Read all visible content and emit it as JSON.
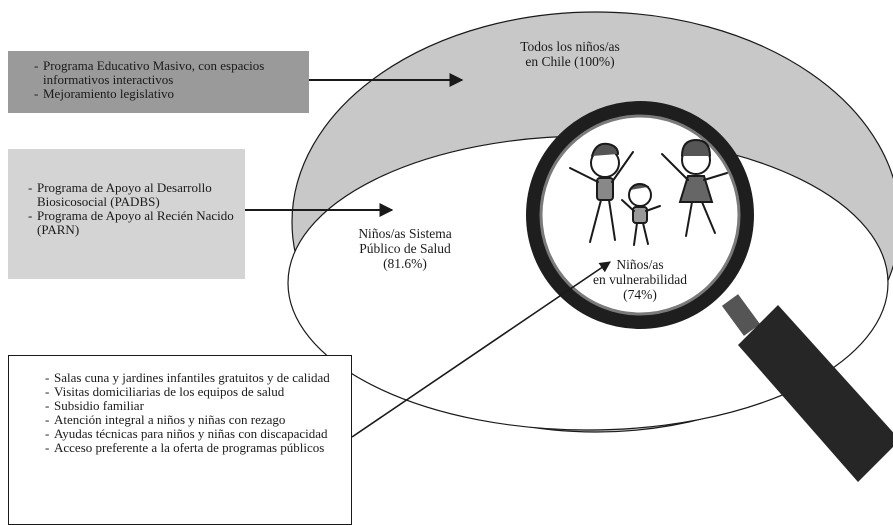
{
  "boxes": {
    "universal": {
      "items": [
        "Programa Educativo Masivo, con espacios informativos interactivos",
        "Mejoramiento legislativo"
      ]
    },
    "public_health": {
      "items": [
        "Programa de Apoyo al Desarrollo Biosicosocial (PADBS)",
        "Programa de Apoyo al Recién Nacido (PARN)"
      ]
    },
    "vulnerable": {
      "items": [
        "Salas cuna y jardines infantiles gratuitos y de calidad",
        "Visitas domiciliarias de los equipos de salud",
        "Subsidio familiar",
        "Atención integral a niños y niñas con rezago",
        "Ayudas técnicas para niños y niñas con discapacidad",
        "Acceso preferente a la oferta de programas públicos"
      ]
    }
  },
  "circles": {
    "all_children": {
      "line1": "Todos los niños/as",
      "line2": "en Chile (100%)"
    },
    "public_system": {
      "line1": "Niños/as Sistema",
      "line2": "Público de Salud",
      "line3": "(81.6%)"
    },
    "vulnerable": {
      "line1": "Niños/as",
      "line2": "en vulnerabilidad",
      "line3": "(74%)"
    }
  },
  "colors": {
    "outer_ellipse_fill": "#c8c8c8",
    "inner_ellipse_fill": "#ffffff",
    "magnifier_rim": "#1e1e1e",
    "box_universal": "#9a9a9a",
    "box_public": "#d4d4d4"
  }
}
